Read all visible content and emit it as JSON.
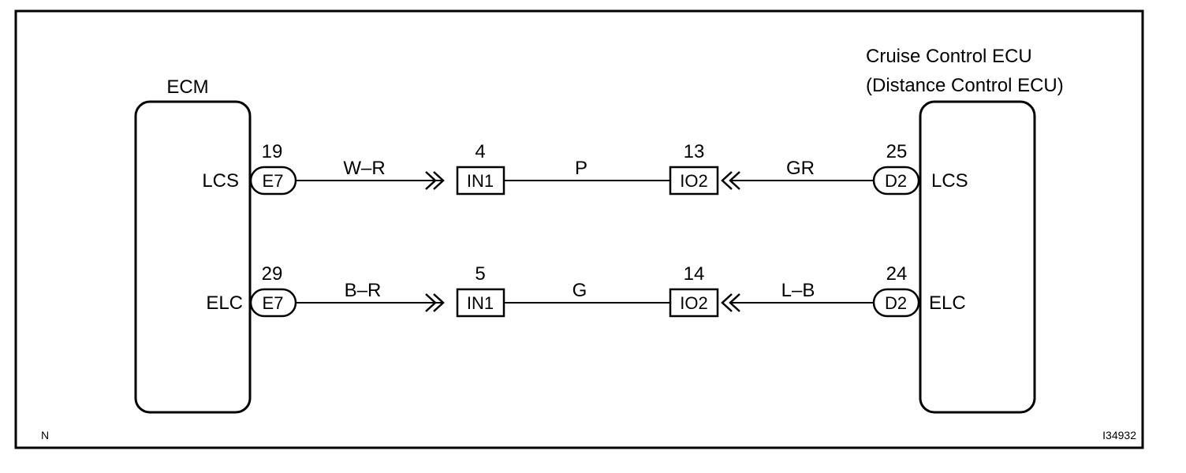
{
  "corner_left": "N",
  "figure_id": "I34932",
  "ecm": {
    "title": "ECM"
  },
  "ecu": {
    "title_line1": "Cruise Control ECU",
    "title_line2": "(Distance Control ECU)"
  },
  "circuits": [
    {
      "left_terminal_label": "LCS",
      "left_pin": "19",
      "left_connector": "E7",
      "wire_left": "W–R",
      "mid1_pin": "4",
      "mid1_connector": "IN1",
      "wire_mid": "P",
      "mid2_pin": "13",
      "mid2_connector": "IO2",
      "wire_right": "GR",
      "right_pin": "25",
      "right_connector": "D2",
      "right_terminal_label": "LCS"
    },
    {
      "left_terminal_label": "ELC",
      "left_pin": "29",
      "left_connector": "E7",
      "wire_left": "B–R",
      "mid1_pin": "5",
      "mid1_connector": "IN1",
      "wire_mid": "G",
      "mid2_pin": "14",
      "mid2_connector": "IO2",
      "wire_right": "L–B",
      "right_pin": "24",
      "right_connector": "D2",
      "right_terminal_label": "ELC"
    }
  ]
}
